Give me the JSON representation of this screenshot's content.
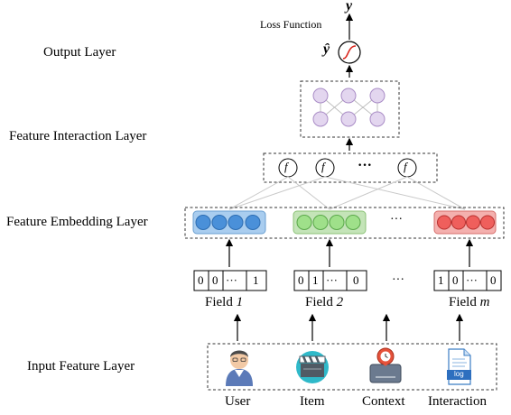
{
  "layers": {
    "output": "Output Layer",
    "interaction": "Feature Interaction Layer",
    "embedding": "Feature Embedding Layer",
    "input": "Input Feature Layer"
  },
  "output": {
    "loss_function": "Loss Function",
    "y": "y",
    "y_hat": "ŷ"
  },
  "interaction": {
    "function_symbol": "f",
    "ellipsis": "···"
  },
  "embedding": {
    "ellipsis": "···",
    "colors": {
      "user_fill": "#a9cdef",
      "user_node": "#4a90d9",
      "item_fill": "#c4e4b8",
      "item_node": "#9fe08a",
      "interaction_fill": "#f4b0ae",
      "interaction_node": "#ef5f5c"
    }
  },
  "fields": {
    "field1_label": "Field ",
    "field1_index": "1",
    "field2_label": "Field ",
    "field2_index": "2",
    "fieldm_label": "Field ",
    "fieldm_index": "m",
    "ellipsis": "···",
    "vector1": [
      "0",
      "0",
      "···",
      "1"
    ],
    "vector2": [
      "0",
      "1",
      "···",
      "0"
    ],
    "vectorm": [
      "1",
      "0",
      "···",
      "0"
    ]
  },
  "inputs": {
    "user": "User",
    "item": "Item",
    "context": "Context",
    "interaction": "Interaction",
    "log_text": "log"
  }
}
